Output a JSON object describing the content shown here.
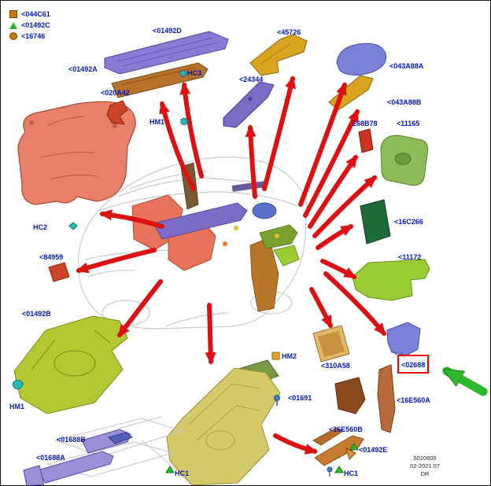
{
  "legend": {
    "items": [
      {
        "icon": "orange-square",
        "label": "<044C61"
      },
      {
        "icon": "green-triangle",
        "label": "<01492C"
      },
      {
        "icon": "orange-circle",
        "label": "<16746"
      }
    ]
  },
  "labels": {
    "p01492D": "<01492D",
    "p45726": "<45726",
    "p043A88A": "<043A88A",
    "p01492A": "<01492A",
    "hc3": "HC3",
    "p24344": "<24344",
    "p043A88B": "<043A88B",
    "p020A42": "<020A42",
    "hm1_top": "HM1",
    "p268B78": "268B78",
    "p11165": "<11165",
    "p16C266": "<16C266",
    "hc2": "HC2",
    "p11172": "<11172",
    "p84959": "<84959",
    "p01492B": "<01492B",
    "hm2": "HM2",
    "p310A58": "<310A58",
    "p02688": "<02688",
    "p16E560A": "<16E560A",
    "p01691": "<01691",
    "p16E560B": "<16E560B",
    "p01688B": "<01688B",
    "p01688A": "<01688A",
    "hm1_left": "HM1",
    "hc1_center": "HC1",
    "p01492E": "<01492E",
    "hc1_right": "HC1"
  },
  "footer": {
    "line1": "5020605",
    "line2": "02-2021 07",
    "line3": "DR"
  },
  "colors": {
    "label_blue": "#0018c8",
    "arrow_red": "#dd1111",
    "highlight_green": "#2db82d",
    "highlight_box_red": "#ee0000",
    "legend_orange": "#c87800"
  }
}
